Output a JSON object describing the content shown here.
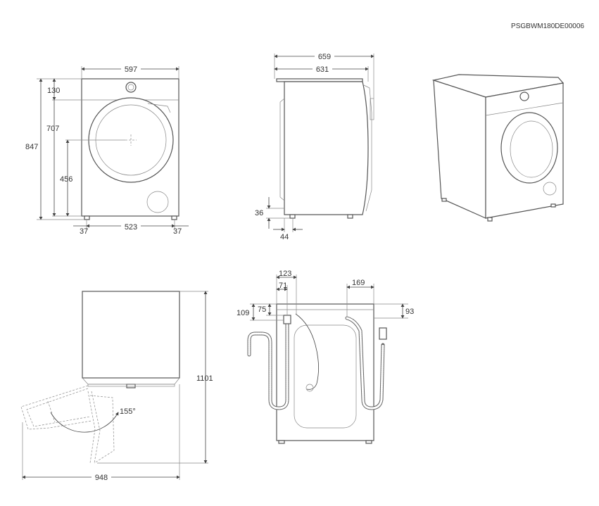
{
  "doc_code": "PSGBWM180DE00006",
  "front": {
    "width": "597",
    "height_total": "847",
    "height_door_top": "707",
    "top_panel": "130",
    "door_center": "456",
    "feet_inset_left": "37",
    "feet_span": "523",
    "feet_inset_right": "37"
  },
  "side": {
    "depth_total": "659",
    "depth_body": "631",
    "foot_height": "36",
    "foot_inset": "44"
  },
  "rear": {
    "hose_offset": "123",
    "hose_offset_inner": "71",
    "drain_top": "109",
    "inlet_top": "75",
    "right_offset": "169",
    "right_top": "93"
  },
  "door": {
    "height_open": "1101",
    "angle": "155°",
    "depth_open": "948"
  }
}
